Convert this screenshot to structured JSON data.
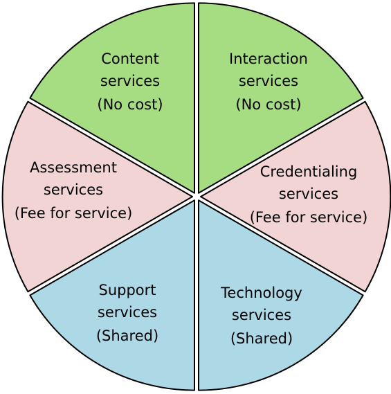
{
  "diagram": {
    "type": "segmented-circle",
    "segments": [
      {
        "id": "content",
        "lines": [
          "Content",
          "services",
          "(No cost)"
        ],
        "color": "#a6dc82"
      },
      {
        "id": "interaction",
        "lines": [
          "Interaction",
          "services",
          "(No cost)"
        ],
        "color": "#a6dc82"
      },
      {
        "id": "credentialing",
        "lines": [
          "Credentialing",
          "services",
          "(Fee for service)"
        ],
        "color": "#f2d4d4"
      },
      {
        "id": "technology",
        "lines": [
          "Technology",
          "services",
          "(Shared)"
        ],
        "color": "#add8e6"
      },
      {
        "id": "support",
        "lines": [
          "Support",
          "services",
          "(Shared)"
        ],
        "color": "#add8e6"
      },
      {
        "id": "assessment",
        "lines": [
          "Assessment",
          "services",
          "(Fee for service)"
        ],
        "color": "#f2d4d4"
      }
    ],
    "stroke_color": "#000000",
    "background": "#ffffff"
  }
}
